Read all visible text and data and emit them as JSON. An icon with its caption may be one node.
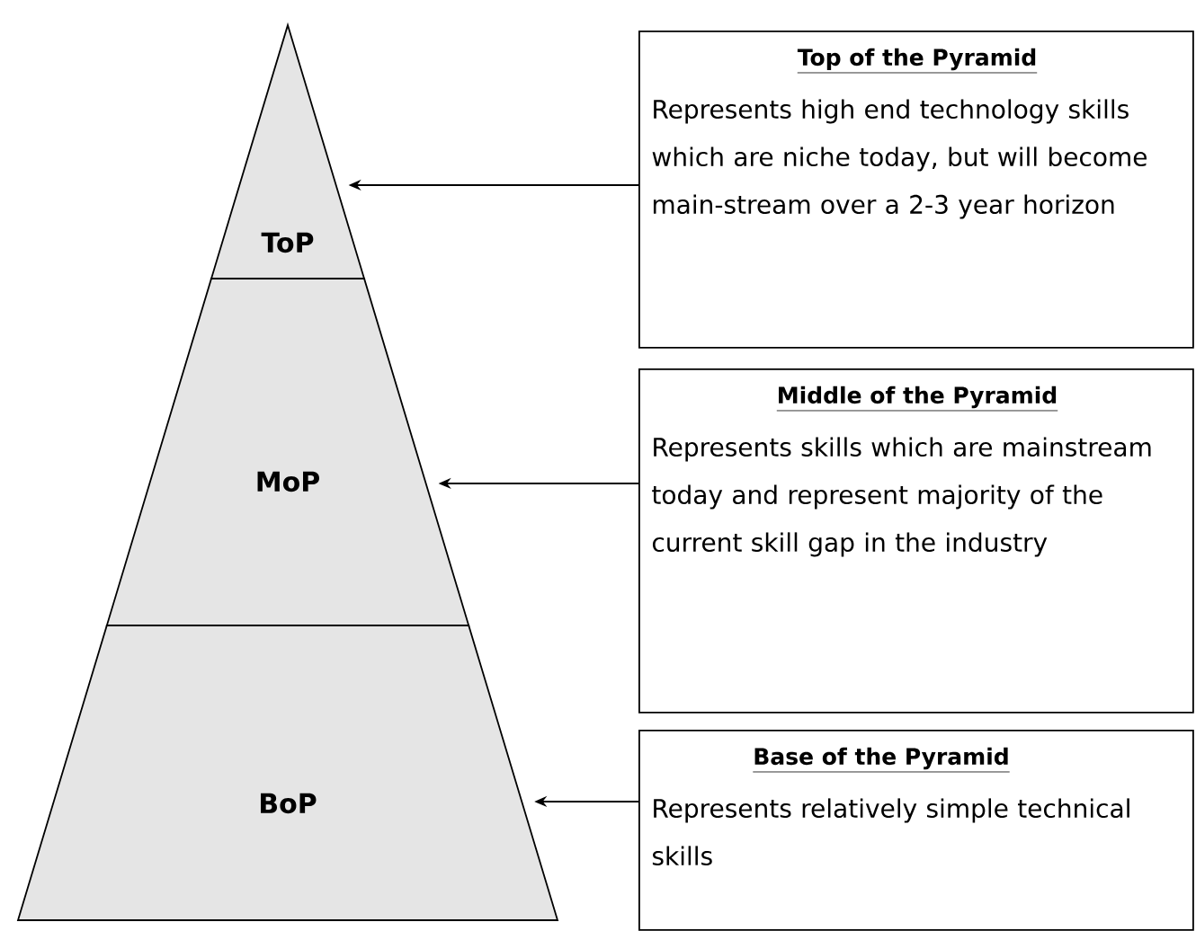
{
  "diagram": {
    "nodes": [
      {
        "text": [
          "ToP"
        ]
      },
      {
        "text": [
          "MoP"
        ]
      },
      {
        "text": [
          "BoP"
        ]
      },
      {
        "text": [
          "Top of the Pyramid",
          "Represents high end technology skills which are niche today, but will become main-stream over a 2-3 year horizon"
        ]
      },
      {
        "text": [
          "Middle of the Pyramid",
          "Represents skills which are mainstream today and represent majority of the current skill gap in the industry"
        ]
      },
      {
        "text": [
          "Base of the Pyramid",
          "Represents relatively simple technical skills"
        ]
      }
    ],
    "edges": [
      {
        "from": 3,
        "to": 0,
        "arrow": "to"
      },
      {
        "from": 4,
        "to": 1,
        "arrow": "to"
      },
      {
        "from": 5,
        "to": 2,
        "arrow": "to"
      }
    ]
  }
}
